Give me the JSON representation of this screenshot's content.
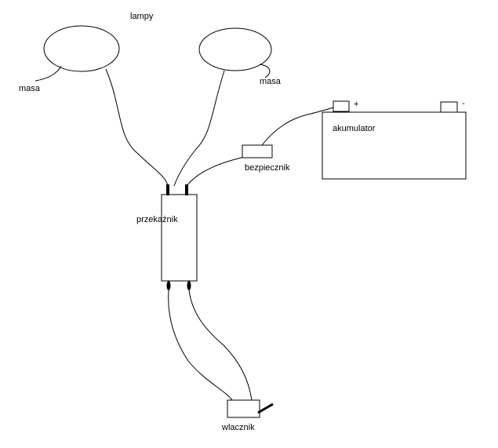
{
  "labels": {
    "lamps": "lampy",
    "ground_left": "masa",
    "ground_right": "masa",
    "battery": "akumulator",
    "battery_plus": "+",
    "battery_minus": "-",
    "fuse": "bezpiecznik",
    "relay": "przekaźnik",
    "switch": "wlacznik"
  }
}
